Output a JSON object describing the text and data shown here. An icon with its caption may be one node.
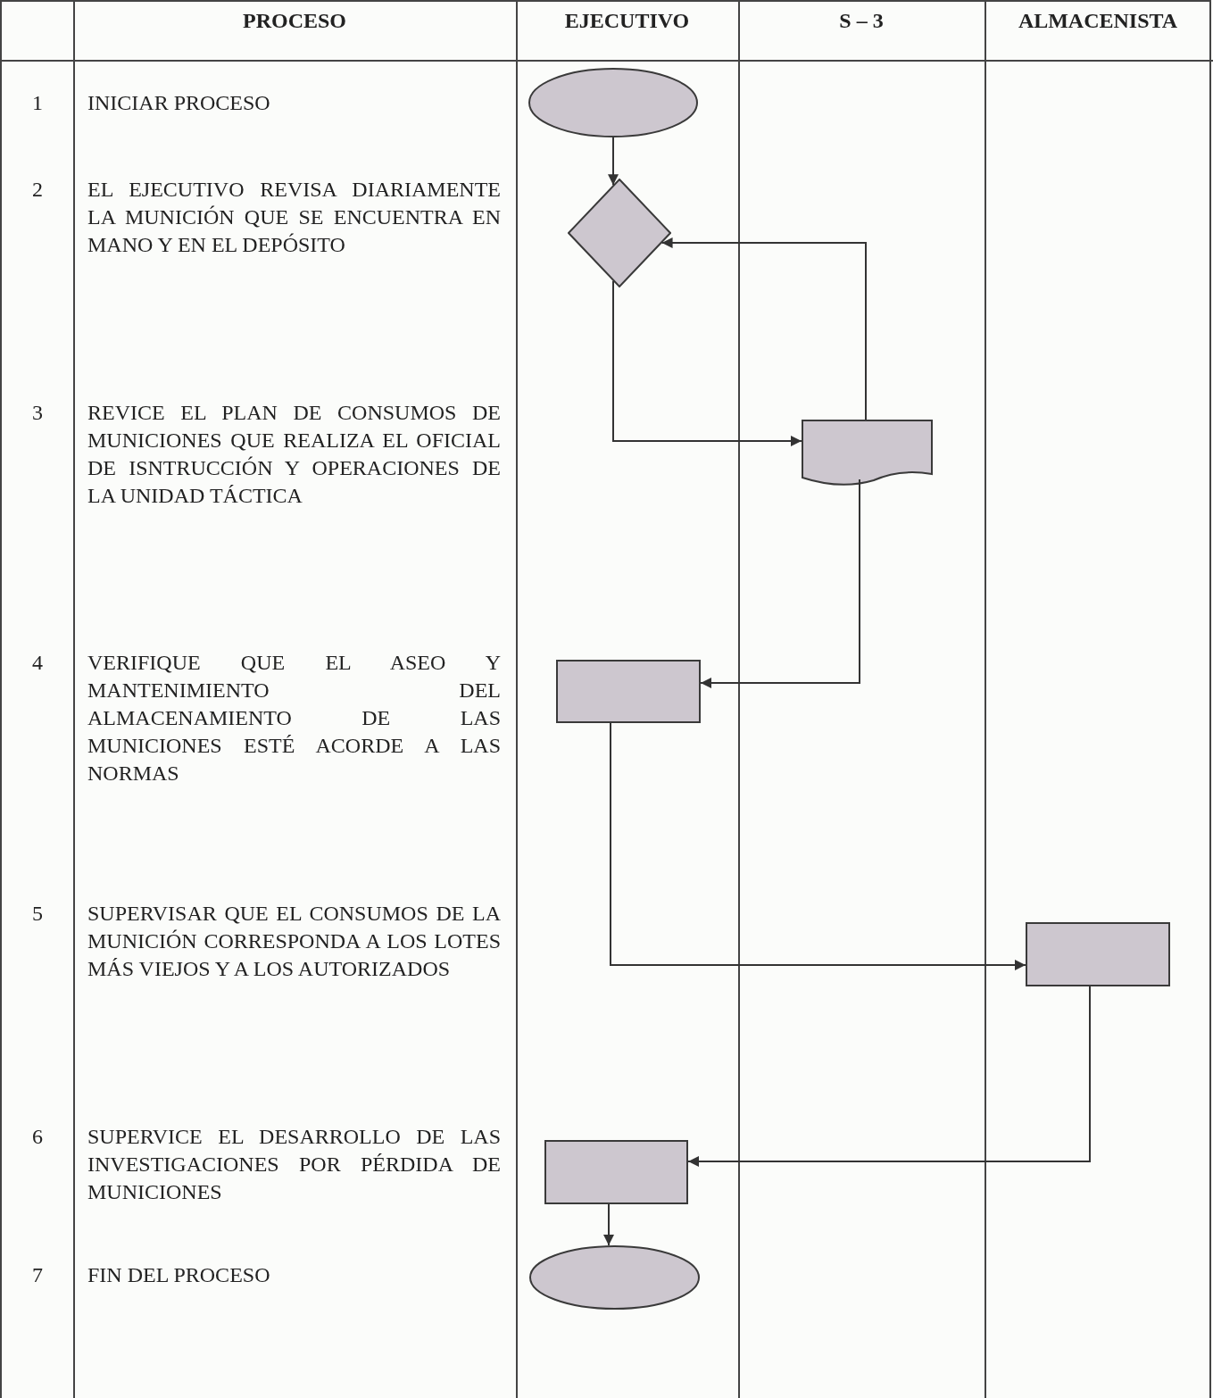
{
  "diagram": {
    "nodes": [
      {
        "text": [],
        "shape": "ellipse"
      },
      {
        "text": [],
        "shape": "diamond"
      },
      {
        "text": [],
        "shape": "document"
      },
      {
        "text": [],
        "shape": "box"
      },
      {
        "text": [],
        "shape": "box"
      },
      {
        "text": [],
        "shape": "box"
      },
      {
        "text": [],
        "shape": "ellipse"
      }
    ],
    "edges": [
      {
        "from": 0,
        "to": 1,
        "arrow": "to"
      },
      {
        "from": 1,
        "to": 2,
        "arrow": "to"
      },
      {
        "from": 2,
        "to": 1,
        "arrow": "to"
      },
      {
        "from": 2,
        "to": 3,
        "arrow": "to"
      },
      {
        "from": 3,
        "to": 4,
        "arrow": "to"
      },
      {
        "from": 4,
        "to": 5,
        "arrow": "to"
      },
      {
        "from": 5,
        "to": 6,
        "arrow": "to"
      }
    ],
    "labels": [
      "PROCESO",
      "EJECUTIVO",
      "S – 3",
      "ALMACENISTA",
      "1",
      "INICIAR PROCESO",
      "2",
      "EL EJECUTIVO REVISA DIARIAMENTE LA MUNICIÓN QUE SE ENCUENTRA EN MANO Y EN EL DEPÓSITO",
      "3",
      "REVICE EL PLAN DE CONSUMOS DE MUNICIONES QUE REALIZA EL OFICIAL DE ISNTRUCCIÓN Y OPERACIONES DE LA UNIDAD TÁCTICA",
      "4",
      "VERIFIQUE QUE EL ASEO Y MANTENIMIENTO DEL ALMACENAMIENTO DE LAS MUNICIONES ESTÉ ACORDE A LAS NORMAS",
      "5",
      "SUPERVISAR QUE EL CONSUMOS DE LA MUNICIÓN CORRESPONDA A LOS LOTES MÁS VIEJOS Y A LOS AUTORIZADOS",
      "6",
      "SUPERVICE EL DESARROLLO DE LAS INVESTIGACIONES POR PÉRDIDA DE MUNICIONES",
      "7",
      "FIN DEL PROCESO"
    ]
  }
}
